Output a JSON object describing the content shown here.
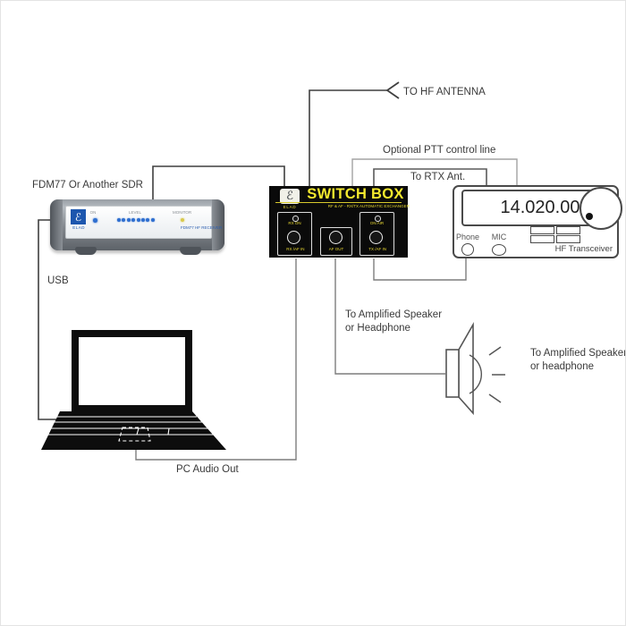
{
  "colors": {
    "switch_box_bg": "#0a0a0a",
    "switch_box_accent": "#f4e92e",
    "wire_dark": "#3f3f3f",
    "wire_medium": "#7d7d7d",
    "wire_light": "#a3a3a3",
    "label_text": "#3a3a3a",
    "sdr_logo_blue": "#1c56ae",
    "led_blue": "#2f6fd0",
    "led_yellow": "#d9c94e"
  },
  "labels": {
    "sdr_caption": "FDM77 Or Another SDR",
    "usb": "USB",
    "pc_audio_out": "PC Audio Out",
    "to_hf_antenna": "TO HF ANTENNA",
    "optional_ptt": "Optional PTT control line",
    "to_rtx_ant": "To RTX Ant.",
    "speaker_left_line1": "To Amplified Speaker",
    "speaker_left_line2": "or Headphone",
    "speaker_right_line1": "To Amplified Speaker",
    "speaker_right_line2": "or headphone"
  },
  "sdr": {
    "logo_glyph": "ℰ",
    "brand": "ELAD",
    "on_label": "ON",
    "level_label": "LEVEL",
    "monitor_label": "MONITOR",
    "model_label": "FDM77 HF RECEIVER"
  },
  "switch_box": {
    "logo_glyph": "ℰ",
    "brand": "ELAD",
    "title": "SWITCH BOX",
    "subtitle": "RF & AF - RX/TX AUTOMATIC EXCHANGER",
    "rx_led_label": "RX ON",
    "rx_jack_label": "RX /AF IN",
    "af_jack_label": "AF OUT",
    "tx_led_label": "ON AIR",
    "tx_jack_label": "TX /AF IN"
  },
  "transceiver": {
    "frequency": "14.020.00",
    "phone_label": "Phone",
    "mic_label": "MIC",
    "name": "HF Transceiver"
  }
}
